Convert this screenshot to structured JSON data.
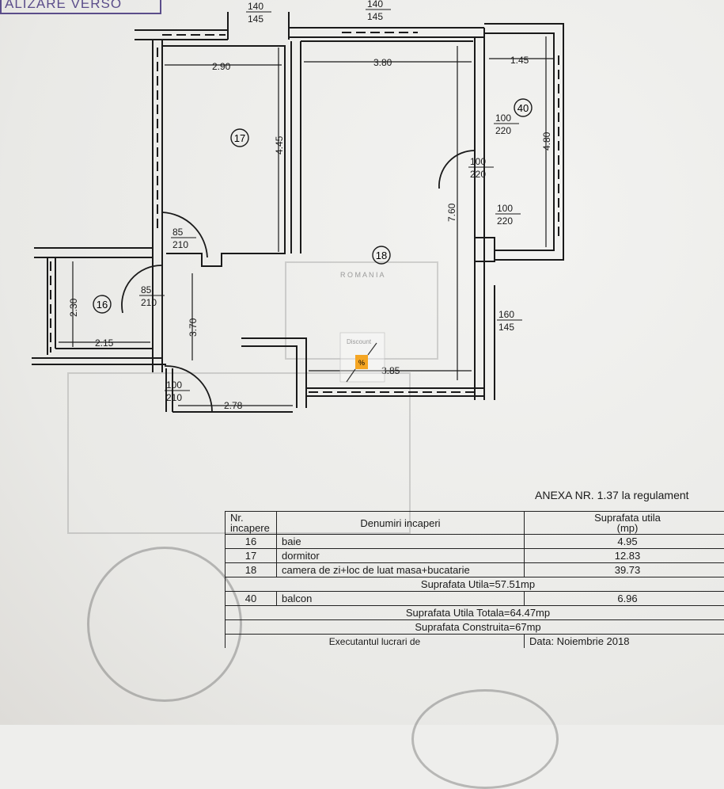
{
  "banner": "ALIZARE VERSO",
  "plan": {
    "dimensions": {
      "top_left_door": "140\n145",
      "top_right_door": "140\n145",
      "w_290": "2.90",
      "w_380": "3.80",
      "w_145": "1.45",
      "h_445": "4.45",
      "h_480": "4.80",
      "h_760": "7.60",
      "h_230": "2.30",
      "w_215": "2.15",
      "h_370": "3.70",
      "w_278": "2.78",
      "w_385": "3.85"
    },
    "doors": [
      {
        "id": "d1",
        "top": "100",
        "bottom": "220"
      },
      {
        "id": "d2",
        "top": "100",
        "bottom": "220"
      },
      {
        "id": "d3",
        "top": "100",
        "bottom": "220"
      },
      {
        "id": "d4",
        "top": "85",
        "bottom": "210"
      },
      {
        "id": "d5",
        "top": "85",
        "bottom": "210"
      },
      {
        "id": "d6",
        "top": "100",
        "bottom": "210"
      },
      {
        "id": "d7",
        "top": "160",
        "bottom": "145"
      },
      {
        "id": "d8",
        "top": "140",
        "bottom": "145"
      },
      {
        "id": "d9",
        "top": "140",
        "bottom": "145"
      }
    ],
    "rooms": [
      "17",
      "18",
      "16",
      "40"
    ],
    "discount_badge": {
      "label": "Discount",
      "symbol": "%"
    }
  },
  "annex_title": "ANEXA NR. 1.37 la regulament",
  "table": {
    "headers": {
      "nr": "Nr.\nincapere",
      "name": "Denumiri incaperi",
      "area": "Suprafata utila\n(mp)"
    },
    "rows": [
      {
        "nr": "16",
        "name": "baie",
        "area": "4.95"
      },
      {
        "nr": "17",
        "name": "dormitor",
        "area": "12.83"
      },
      {
        "nr": "18",
        "name": "camera de zi+loc de luat masa+bucatarie",
        "area": "39.73"
      }
    ],
    "utila": "Suprafata Utila=57.51mp",
    "balcony": {
      "nr": "40",
      "name": "balcon",
      "area": "6.96"
    },
    "utila_totala": "Suprafata Utila Totala=64.47mp",
    "construita": "Suprafata Construita=67mp",
    "executant": "Executantul lucrari de",
    "data": "Data: Noiembrie 2018"
  },
  "colors": {
    "ink": "#1a1a1a",
    "stamp": "#5b4d8a",
    "badge": "#f5a623"
  }
}
